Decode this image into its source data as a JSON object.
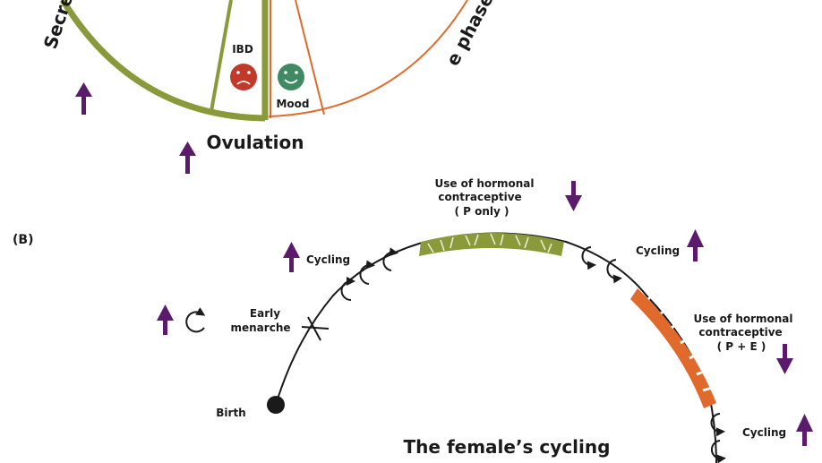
{
  "panel_a": {
    "left_phase_label": "Secre",
    "right_phase_label": "e phase",
    "ibd_label": "IBD",
    "mood_label": "Mood",
    "ovulation_label": "Ovulation"
  },
  "panel_b": {
    "panel_label": "(B)",
    "title": "The female’s cycling",
    "birth_label": "Birth",
    "early_menarche": [
      "Early",
      "menarche"
    ],
    "cycling_1": "Cycling",
    "cycling_2": "Cycling",
    "cycling_3": "Cycling",
    "p_only": [
      "Use of hormonal",
      "contraceptive",
      "( P only )"
    ],
    "p_plus_e": [
      "Use of hormonal",
      "contraceptive",
      "( P + E )"
    ]
  },
  "colors": {
    "olive": "#8a9a3a",
    "orange": "#e06a2c",
    "purple": "#5b1a6b",
    "sad_face": "#c0392b",
    "happy_face": "#3f8a63"
  },
  "icons": {
    "up": "arrow-up-icon",
    "down": "arrow-down-icon",
    "cycle": "cycle-loop-icon",
    "sad": "sad-face-icon",
    "happy": "happy-face-icon"
  }
}
